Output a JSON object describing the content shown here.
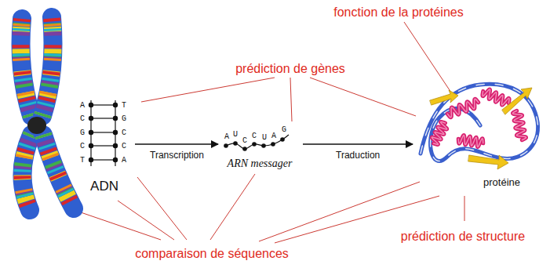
{
  "diagram": {
    "nodes": [
      {
        "text": [
          "ADN"
        ]
      },
      {
        "text": [
          "ARN messager"
        ]
      },
      {
        "text": [
          "protéine"
        ]
      }
    ],
    "edges": [
      {
        "from": 0,
        "to": 1,
        "arrow": "to",
        "label": "Transcription"
      },
      {
        "from": 1,
        "to": 2,
        "arrow": "to",
        "label": "Traduction"
      }
    ],
    "labels": [
      "fonction de la protéines",
      "prédiction de gènes",
      "comparaison de séquences",
      "prédiction de structure",
      "A",
      "C",
      "G",
      "C",
      "T",
      "T",
      "G",
      "C",
      "C",
      "A",
      "A",
      "U",
      "C",
      "C",
      "U",
      "A",
      "G"
    ]
  }
}
